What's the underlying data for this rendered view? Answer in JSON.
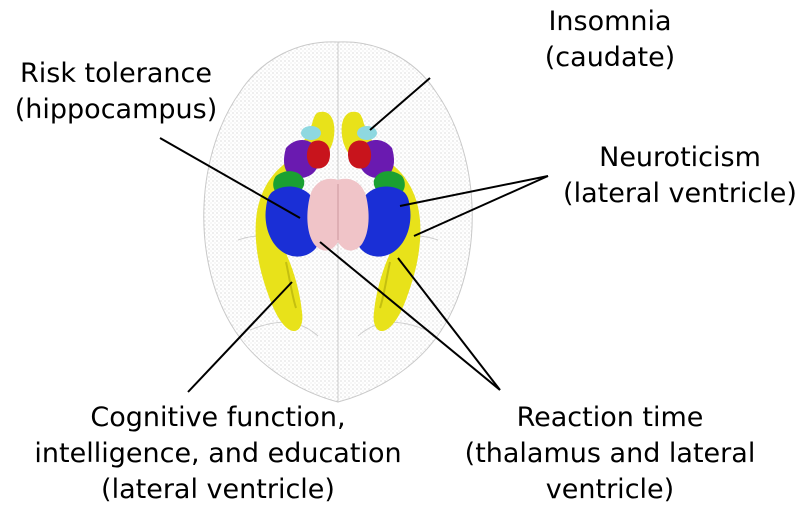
{
  "labels": {
    "insomnia": {
      "line1": "Insomnia",
      "line2": "(caudate)"
    },
    "risk": {
      "line1": "Risk tolerance",
      "line2": "(hippocampus)"
    },
    "neuroticism": {
      "line1": "Neuroticism",
      "line2": "(lateral ventricle)"
    },
    "cognitive": {
      "line1": "Cognitive function,",
      "line2": "intelligence, and education",
      "line3": "(lateral ventricle)"
    },
    "reaction": {
      "line1": "Reaction time",
      "line2": "(thalamus and lateral",
      "line3": "ventricle)"
    }
  },
  "colors": {
    "ventricle": "#e8e21a",
    "hippocampus": "#1a2fd6",
    "thalamus": "#f0c4c8",
    "caudate": "#c8141c",
    "putamen": "#6a1ab0",
    "pallidum": "#1aa032",
    "accumbens": "#8ed8e0",
    "brain_outline": "#bdbdbd"
  }
}
